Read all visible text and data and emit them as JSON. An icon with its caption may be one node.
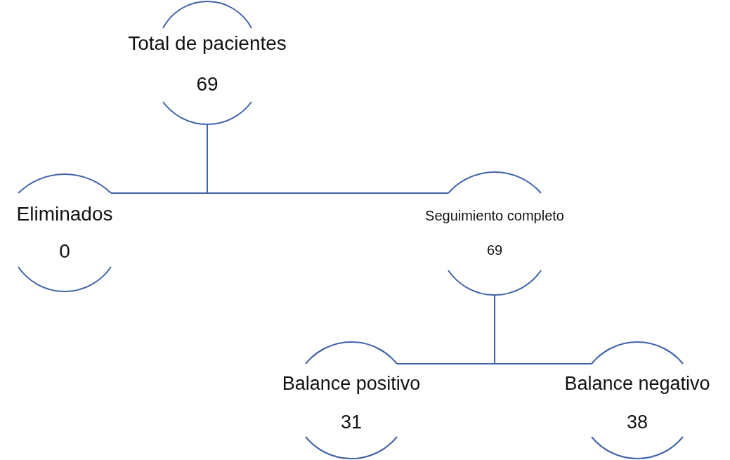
{
  "diagram": {
    "nodes": [
      {
        "text": [
          "Total de pacientes",
          "69"
        ]
      },
      {
        "text": [
          "Eliminados",
          "0"
        ]
      },
      {
        "text": [
          "Seguimiento completo",
          "69"
        ]
      },
      {
        "text": [
          "Balance positivo",
          "31"
        ]
      },
      {
        "text": [
          "Balance negativo",
          "38"
        ]
      }
    ],
    "edges": [
      {
        "from": 0,
        "to": 1,
        "arrow": "none"
      },
      {
        "from": 0,
        "to": 2,
        "arrow": "none"
      },
      {
        "from": 2,
        "to": 3,
        "arrow": "none"
      },
      {
        "from": 2,
        "to": 4,
        "arrow": "none"
      }
    ]
  }
}
